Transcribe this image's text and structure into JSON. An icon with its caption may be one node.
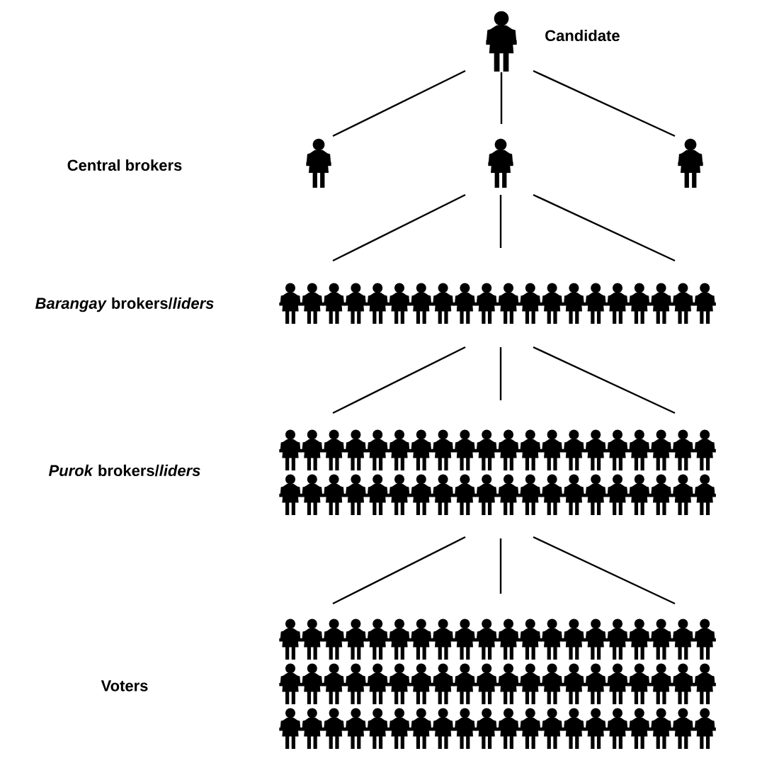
{
  "diagram": {
    "nodes": [
      {
        "text": [],
        "shape": "person",
        "beside": [
          "Candidate"
        ]
      },
      {
        "text": [],
        "shape": "person"
      },
      {
        "text": [],
        "shape": "person"
      },
      {
        "text": [],
        "shape": "person"
      },
      {
        "text": [],
        "shape": "people"
      },
      {
        "text": [],
        "shape": "people"
      },
      {
        "text": [],
        "shape": "people"
      }
    ],
    "edges": [
      {
        "from": 0,
        "to": 1,
        "arrow": "none"
      },
      {
        "from": 0,
        "to": 2,
        "arrow": "none"
      },
      {
        "from": 0,
        "to": 3,
        "arrow": "none"
      },
      {
        "from": 2,
        "to": 4,
        "arrow": "none"
      },
      {
        "from": 2,
        "to": 4,
        "arrow": "none"
      },
      {
        "from": 2,
        "to": 4,
        "arrow": "none"
      },
      {
        "from": 4,
        "to": 5,
        "arrow": "none"
      },
      {
        "from": 4,
        "to": 5,
        "arrow": "none"
      },
      {
        "from": 4,
        "to": 5,
        "arrow": "none"
      },
      {
        "from": 5,
        "to": 6,
        "arrow": "none"
      },
      {
        "from": 5,
        "to": 6,
        "arrow": "none"
      },
      {
        "from": 5,
        "to": 6,
        "arrow": "none"
      }
    ],
    "labels": [
      "Central brokers",
      "*Barangay* brokers/*liders*",
      "*Purok* brokers/*liders*",
      "Voters"
    ]
  }
}
